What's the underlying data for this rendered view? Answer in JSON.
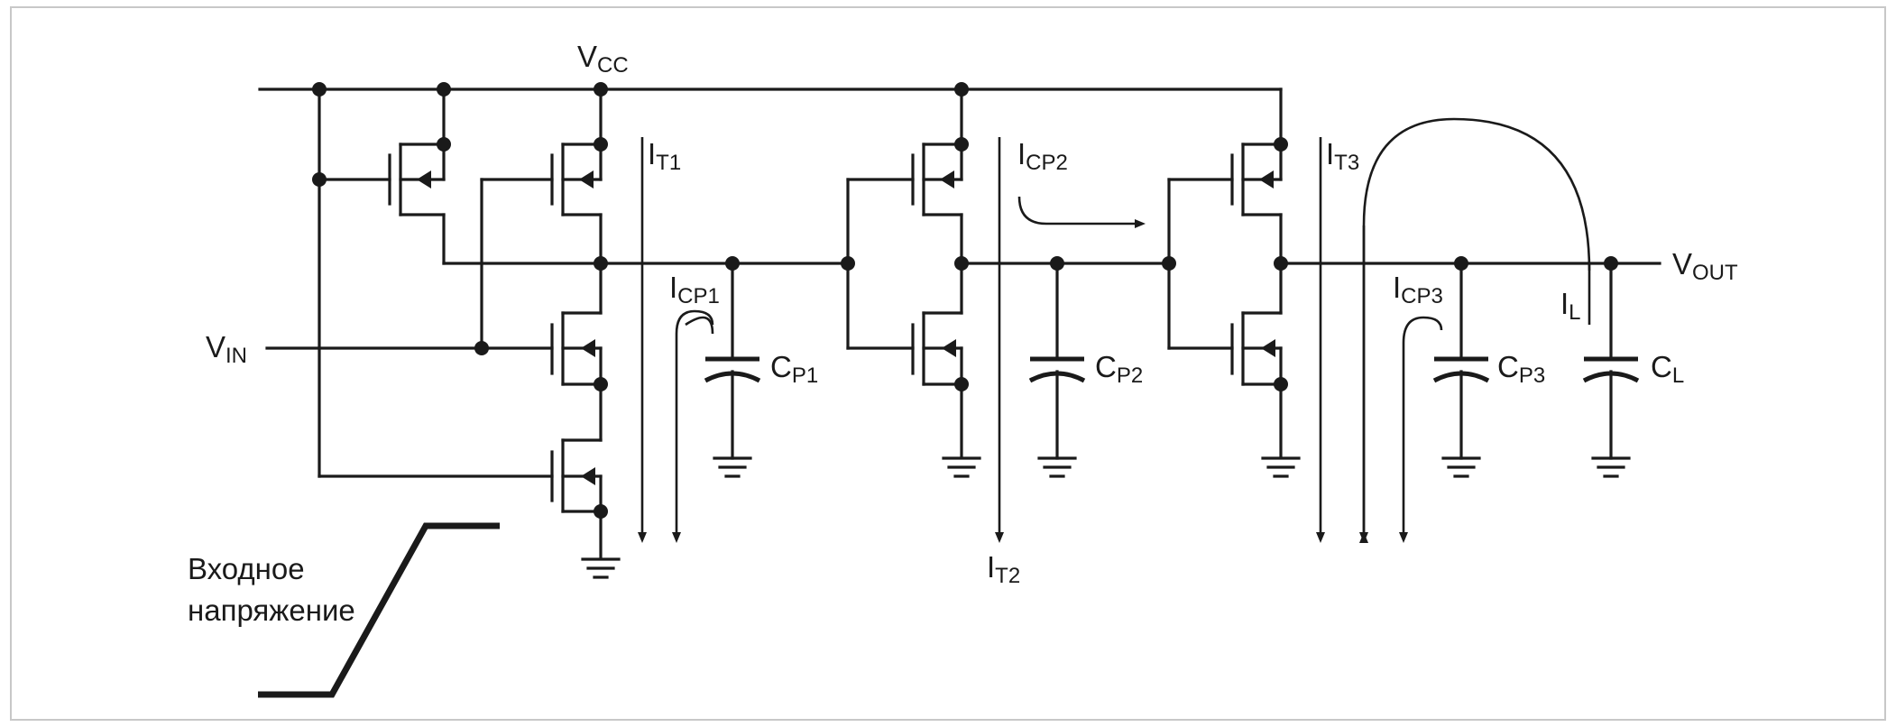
{
  "labels": {
    "vcc": {
      "main": "V",
      "sub": "CC"
    },
    "vin": {
      "main": "V",
      "sub": "IN"
    },
    "vout": {
      "main": "V",
      "sub": "OUT"
    },
    "it1": {
      "main": "I",
      "sub": "T1"
    },
    "it2": {
      "main": "I",
      "sub": "T2"
    },
    "it3": {
      "main": "I",
      "sub": "T3"
    },
    "icp1": {
      "main": "I",
      "sub": "CP1"
    },
    "icp2": {
      "main": "I",
      "sub": "CP2"
    },
    "icp3": {
      "main": "I",
      "sub": "CP3"
    },
    "il": {
      "main": "I",
      "sub": "L"
    },
    "cp1": {
      "main": "C",
      "sub": "P1"
    },
    "cp2": {
      "main": "C",
      "sub": "P2"
    },
    "cp3": {
      "main": "C",
      "sub": "P3"
    },
    "cl": {
      "main": "C",
      "sub": "L"
    }
  },
  "input_note": {
    "line1": "Входное",
    "line2": "напряжение"
  }
}
